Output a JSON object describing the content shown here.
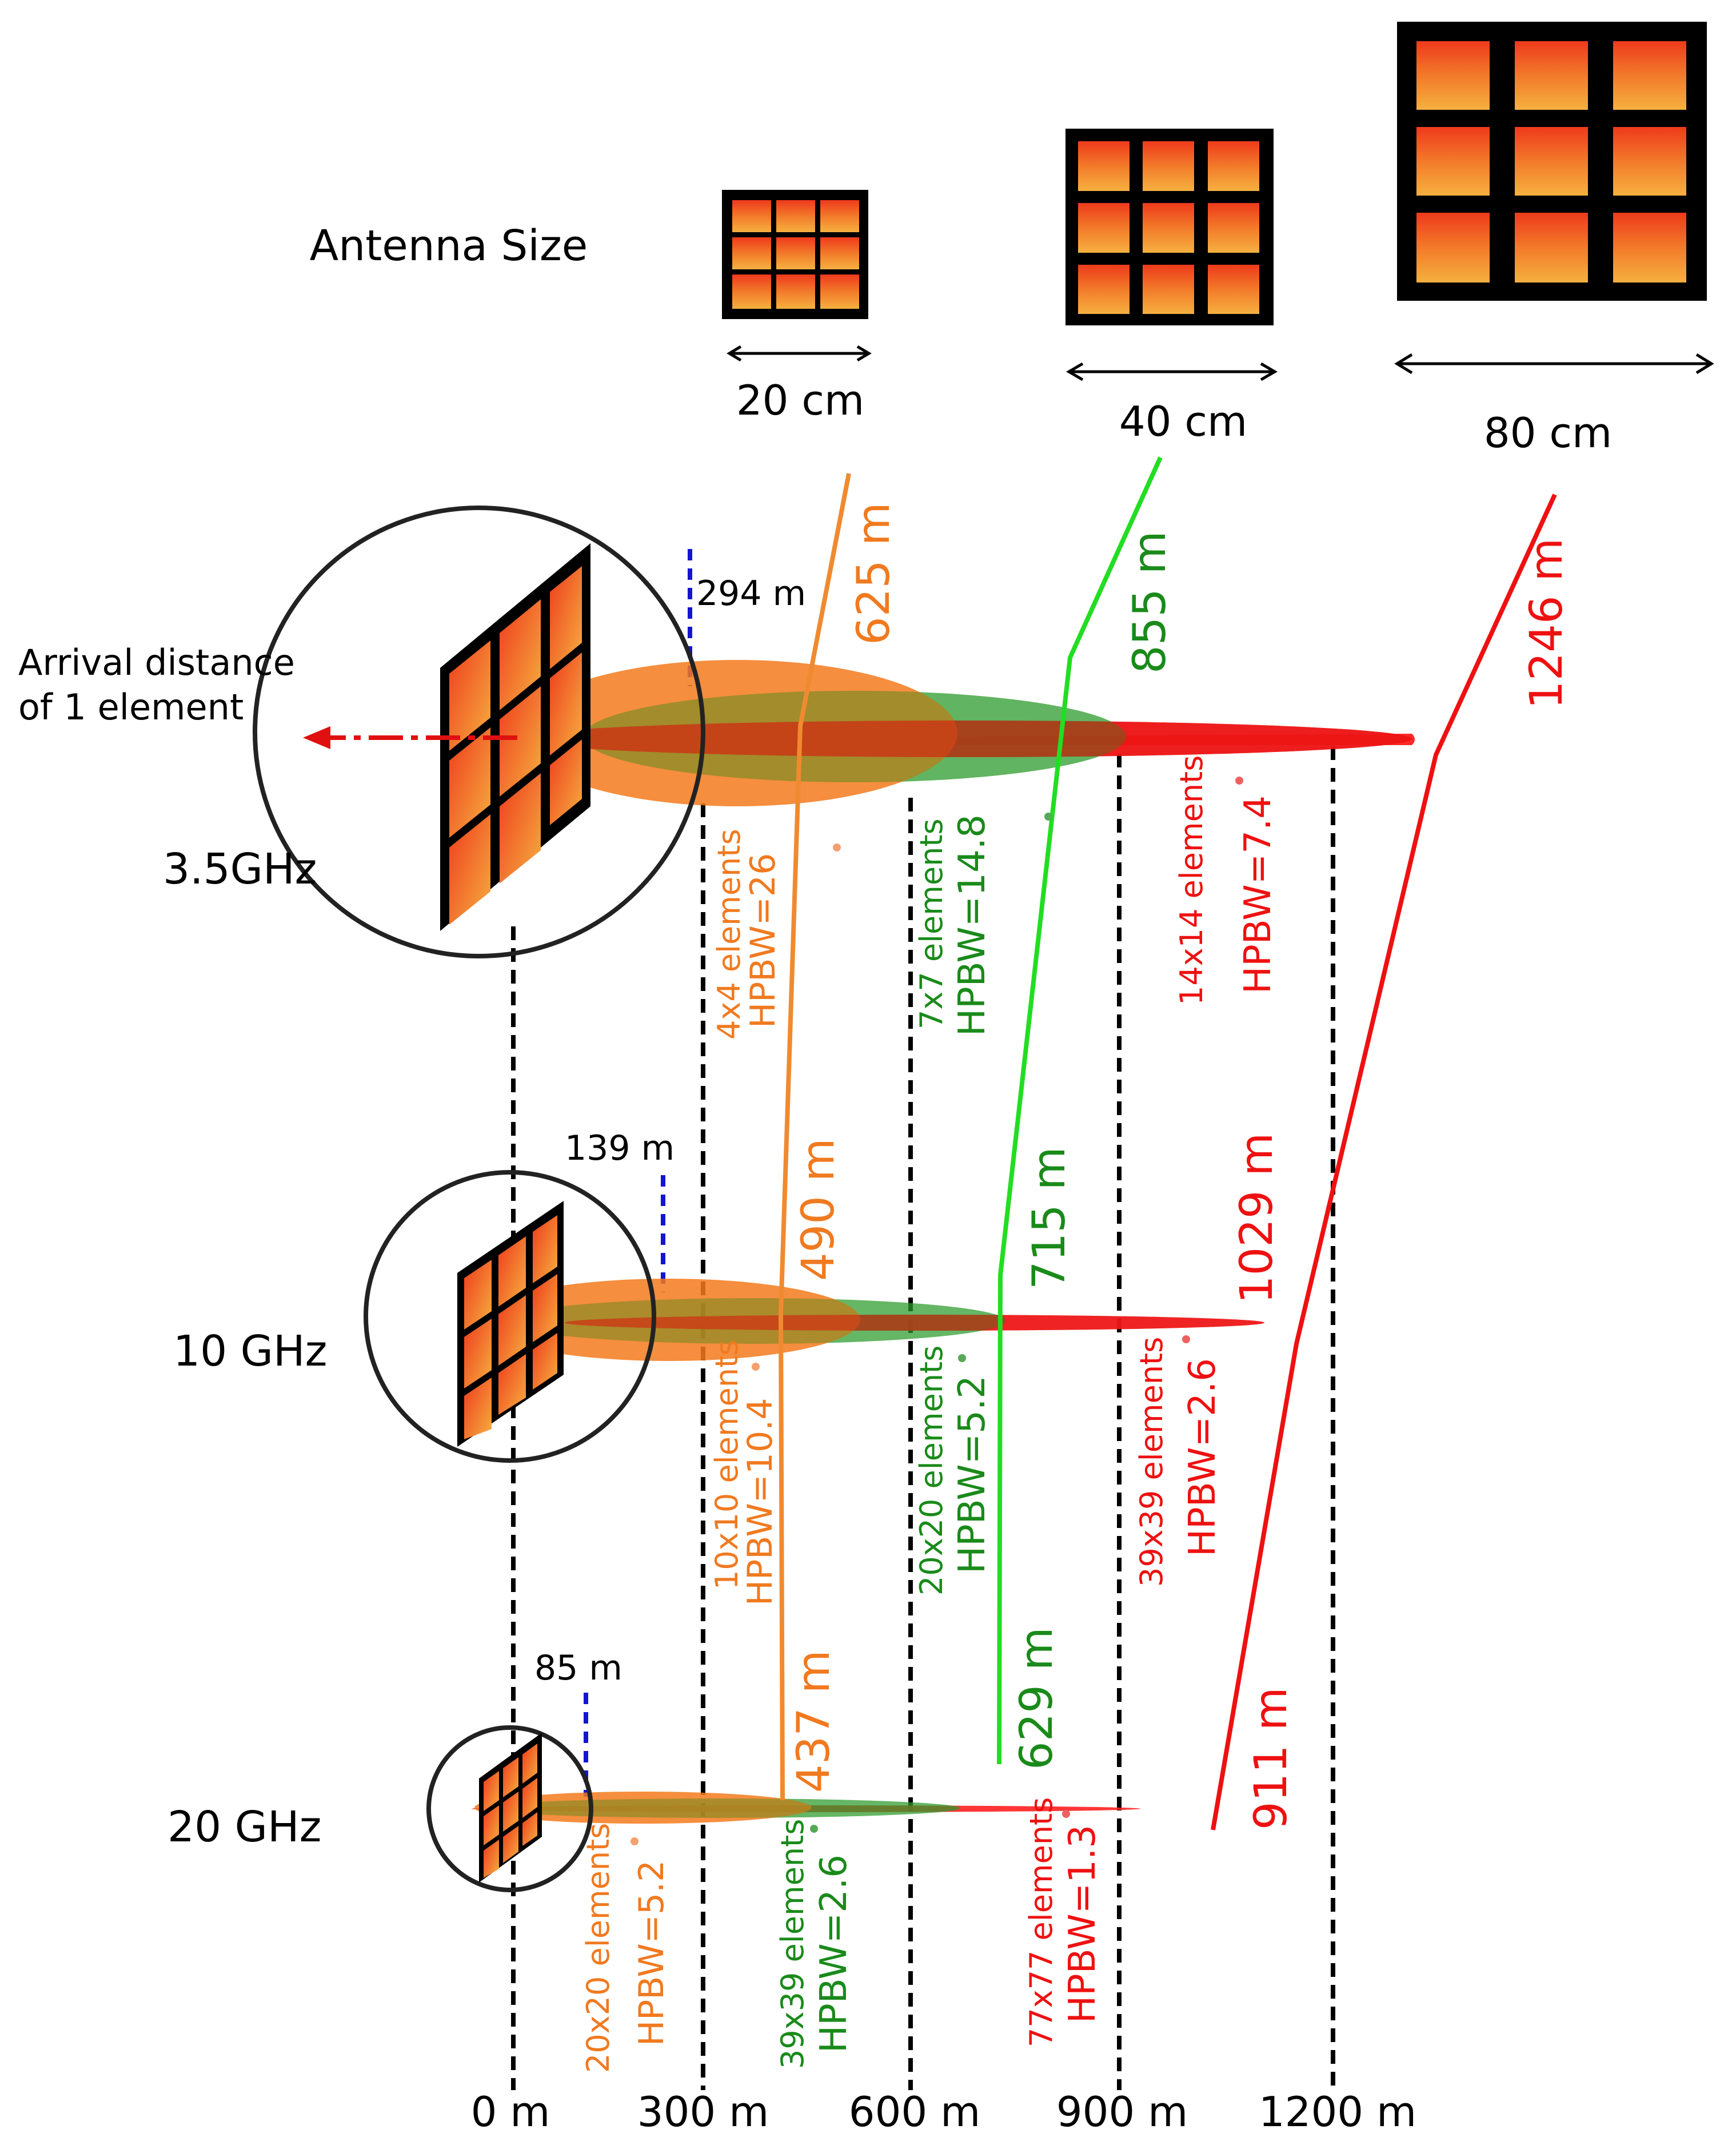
{
  "header": {
    "antenna_size_label": "Antenna Size",
    "arrival_label_line1": "Arrival distance",
    "arrival_label_line2": "of 1 element"
  },
  "antenna_sizes": [
    "20 cm",
    "40 cm",
    "80 cm"
  ],
  "frequencies": [
    "3.5GHz",
    "10 GHz",
    "20 GHz"
  ],
  "one_element_distances": [
    "294 m",
    "139 m",
    "85 m"
  ],
  "size_20cm": {
    "color": "#f08020",
    "distances": [
      "625 m",
      "490 m",
      "437 m"
    ],
    "configs": [
      {
        "elements": "4x4 elements",
        "hpbw": "HPBW=26"
      },
      {
        "elements": "10x10 elements",
        "hpbw": "HPBW=10.4"
      },
      {
        "elements": "20x20 elements",
        "hpbw": "HPBW=5.2"
      }
    ]
  },
  "size_40cm": {
    "color": "#1a8a1a",
    "distances": [
      "855 m",
      "715 m",
      "629 m"
    ],
    "configs": [
      {
        "elements": "7x7 elements",
        "hpbw": "HPBW=14.8"
      },
      {
        "elements": "20x20 elements",
        "hpbw": "HPBW=5.2"
      },
      {
        "elements": "39x39 elements",
        "hpbw": "HPBW=2.6"
      }
    ]
  },
  "size_80cm": {
    "color": "#ee1111",
    "distances": [
      "1246 m",
      "1029 m",
      "911 m"
    ],
    "configs": [
      {
        "elements": "14x14 elements",
        "hpbw": "HPBW=7.4"
      },
      {
        "elements": "39x39 elements",
        "hpbw": "HPBW=2.6"
      },
      {
        "elements": "77x77 elements",
        "hpbw": "HPBW=1.3"
      }
    ]
  },
  "x_axis_ticks": [
    "0 m",
    "300 m",
    "600 m",
    "900 m",
    "1200 m"
  ]
}
